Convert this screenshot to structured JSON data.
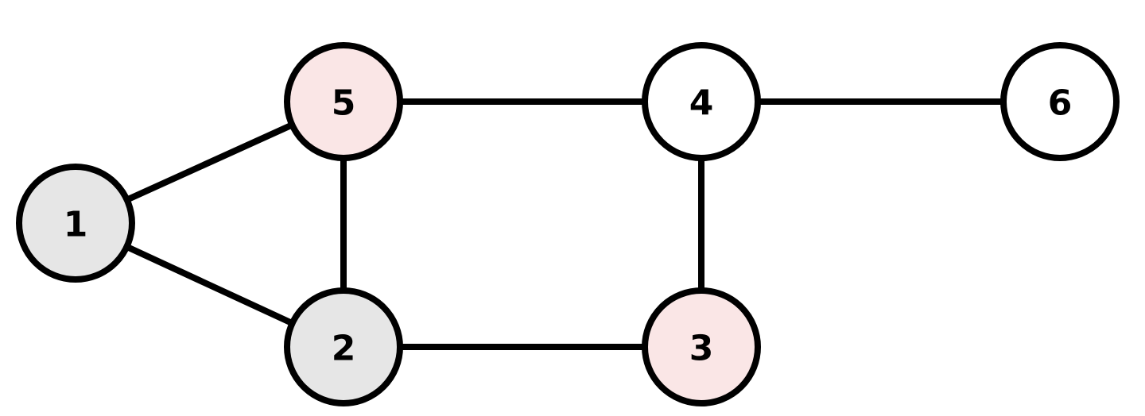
{
  "graph": {
    "nodes": [
      {
        "id": "1",
        "label": "1",
        "color": "#e6e6e6"
      },
      {
        "id": "2",
        "label": "2",
        "color": "#e6e6e6"
      },
      {
        "id": "3",
        "label": "3",
        "color": "#fae6e6"
      },
      {
        "id": "4",
        "label": "4",
        "color": "#ffffff"
      },
      {
        "id": "5",
        "label": "5",
        "color": "#fae6e6"
      },
      {
        "id": "6",
        "label": "6",
        "color": "#ffffff"
      }
    ],
    "edges": [
      {
        "from": "1",
        "to": "5"
      },
      {
        "from": "1",
        "to": "2"
      },
      {
        "from": "5",
        "to": "2"
      },
      {
        "from": "5",
        "to": "4"
      },
      {
        "from": "2",
        "to": "3"
      },
      {
        "from": "4",
        "to": "3"
      },
      {
        "from": "4",
        "to": "6"
      }
    ]
  }
}
